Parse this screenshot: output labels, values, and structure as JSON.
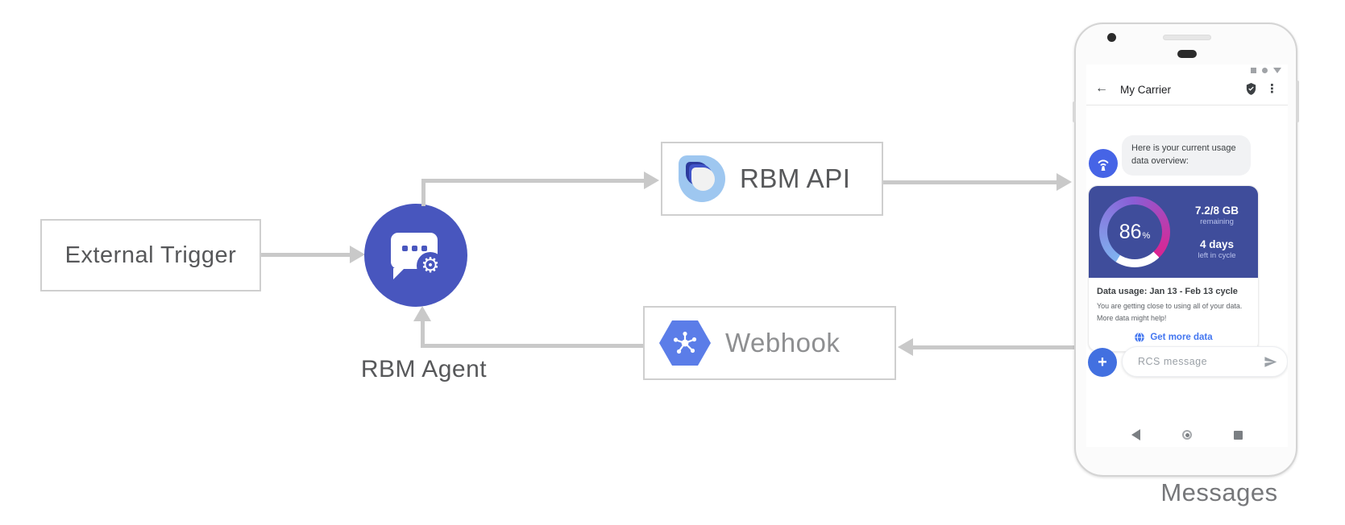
{
  "colors": {
    "line": "#c9c9c9",
    "agent-blue": "#4856be",
    "card-bg": "#3f4d9b",
    "avatar-blue": "#4664e6",
    "plus-blue": "#4270e0",
    "webhook-blue": "#5b7de8",
    "link-blue": "#4376f0",
    "gauge-blue": "#7fb3f0",
    "gauge-purple": "#8a5ed6",
    "gauge-pink": "#dc2390"
  },
  "diagram": {
    "external_trigger_label": "External Trigger",
    "rbm_agent_label": "RBM Agent",
    "rbm_api_label": "RBM API",
    "webhook_label": "Webhook"
  },
  "phone": {
    "app_label": "Messages",
    "header": {
      "back_icon": "←",
      "title": "My Carrier",
      "menu_icon": "⋮"
    },
    "agent_message": {
      "bubble_text": "Here is your current usage data overview:"
    },
    "usage_card": {
      "gauge": {
        "percent_display": "86",
        "percent_unit": "%"
      },
      "remaining_value": "7.2/8 GB",
      "remaining_label": "remaining",
      "cycle_value": "4 days",
      "cycle_label": "left in cycle",
      "title": "Data usage: Jan 13 - Feb 13 cycle",
      "body_line1": "You are getting close to using all of your data.",
      "body_line2": "More data might help!",
      "action_label": "Get more data"
    },
    "compose": {
      "plus_icon": "+",
      "placeholder": "RCS message"
    }
  }
}
